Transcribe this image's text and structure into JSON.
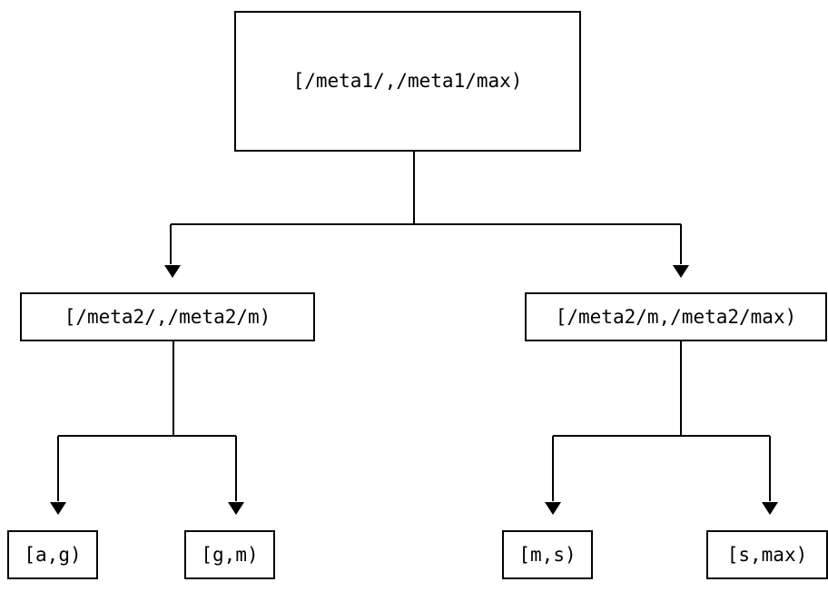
{
  "diagram": {
    "kind": "range-partition-tree",
    "orientation": "top-down",
    "background_color": "#ffffff",
    "line_color": "#000000",
    "text_color": "#000000",
    "nodes": {
      "root": {
        "label": "[/meta1/,/meta1/max)"
      },
      "mid_left": {
        "label": "[/meta2/,/meta2/m)"
      },
      "mid_right": {
        "label": "[/meta2/m,/meta2/max)"
      },
      "leaf_1": {
        "label": "[a,g)"
      },
      "leaf_2": {
        "label": "[g,m)"
      },
      "leaf_3": {
        "label": "[m,s)"
      },
      "leaf_4": {
        "label": "[s,max)"
      }
    },
    "edges": [
      {
        "from": "root",
        "to": "mid_left",
        "arrow": "down"
      },
      {
        "from": "root",
        "to": "mid_right",
        "arrow": "down"
      },
      {
        "from": "mid_left",
        "to": "leaf_1",
        "arrow": "down"
      },
      {
        "from": "mid_left",
        "to": "leaf_2",
        "arrow": "down"
      },
      {
        "from": "mid_right",
        "to": "leaf_3",
        "arrow": "down"
      },
      {
        "from": "mid_right",
        "to": "leaf_4",
        "arrow": "down"
      }
    ]
  }
}
